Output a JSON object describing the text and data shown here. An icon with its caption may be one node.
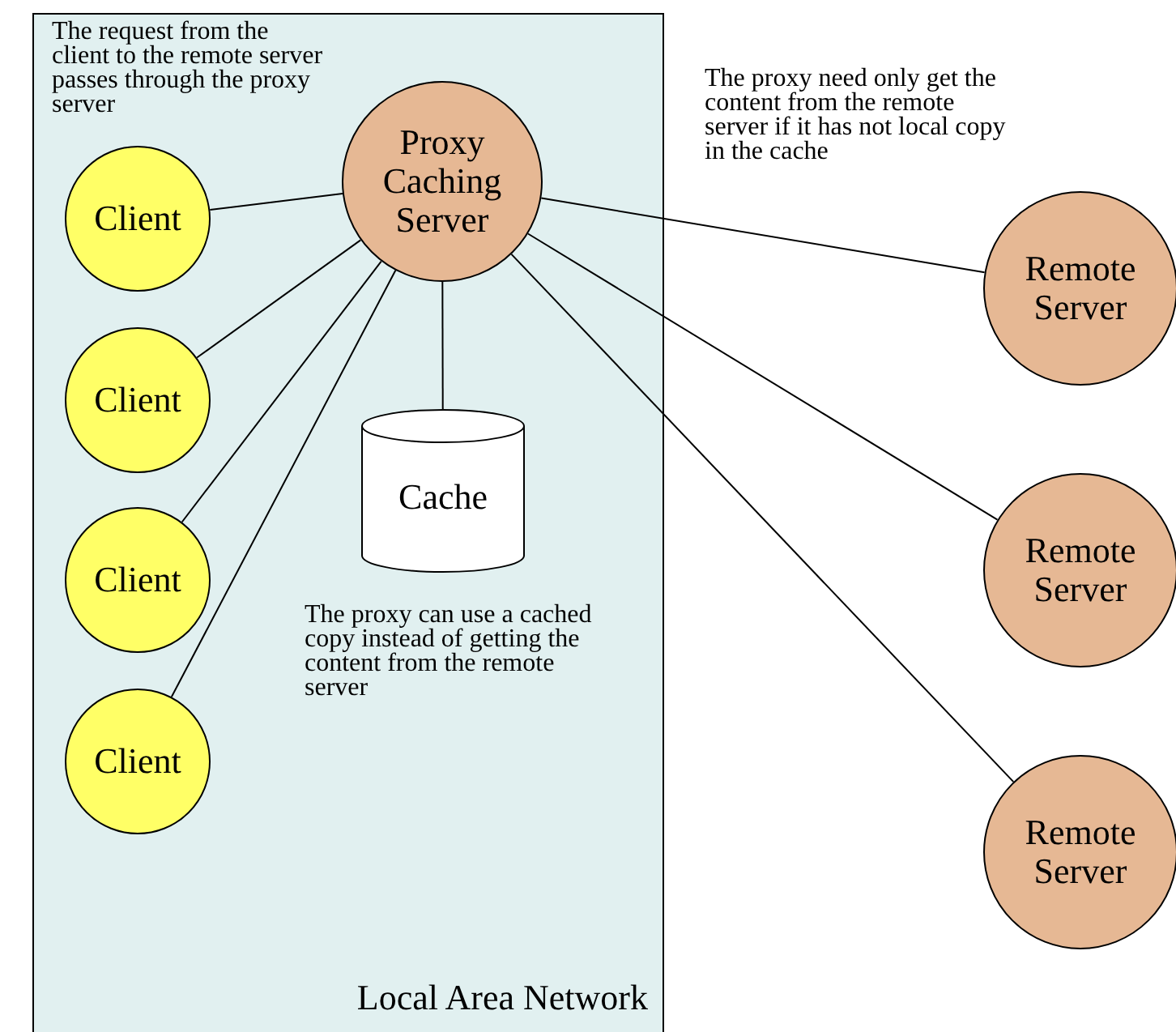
{
  "diagram": {
    "nodes": [
      {
        "text": [
          "Local Area Network"
        ]
      },
      {
        "text": [
          "Proxy Caching Server"
        ],
        "in": 0
      },
      {
        "text": [
          "Client"
        ],
        "in": 0
      },
      {
        "text": [
          "Client"
        ],
        "in": 0
      },
      {
        "text": [
          "Client"
        ],
        "in": 0
      },
      {
        "text": [
          "Client"
        ],
        "in": 0
      },
      {
        "text": [
          "Cache"
        ],
        "in": 0
      },
      {
        "text": [
          "Remote Server"
        ]
      },
      {
        "text": [
          "Remote Server"
        ]
      },
      {
        "text": [
          "Remote Server"
        ]
      }
    ],
    "edges": [
      {
        "from": 1,
        "to": 2,
        "arrow": "none"
      },
      {
        "from": 1,
        "to": 3,
        "arrow": "none"
      },
      {
        "from": 1,
        "to": 4,
        "arrow": "none"
      },
      {
        "from": 1,
        "to": 5,
        "arrow": "none"
      },
      {
        "from": 1,
        "to": 6,
        "arrow": "none"
      },
      {
        "from": 1,
        "to": 7,
        "arrow": "none"
      },
      {
        "from": 1,
        "to": 8,
        "arrow": "none"
      },
      {
        "from": 1,
        "to": 9,
        "arrow": "none"
      }
    ],
    "labels": [
      "The request from the client to the remote server passes through the proxy server",
      "The proxy need only get the content from the remote server if it has not local copy in the cache",
      "The proxy can use a cached copy instead of getting the content from the remote server"
    ]
  }
}
